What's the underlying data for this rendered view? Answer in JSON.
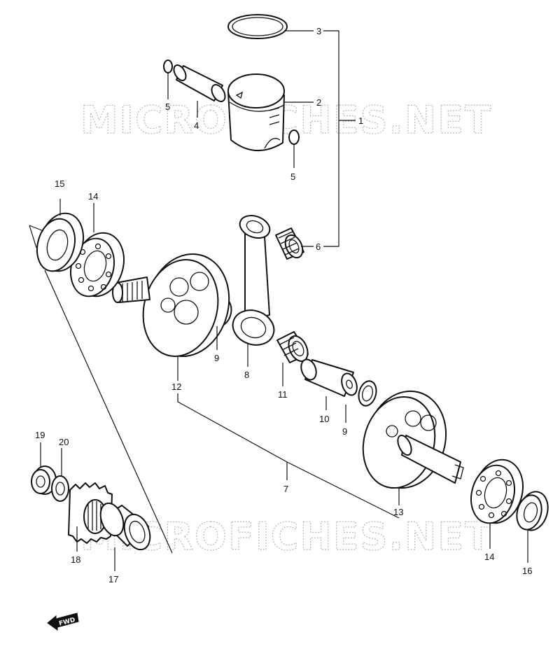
{
  "watermark": "MICROFICHES.NET",
  "fwd_label": "FWD",
  "callouts": {
    "c1": "1",
    "c2": "2",
    "c3": "3",
    "c4": "4",
    "c5a": "5",
    "c5b": "5",
    "c6": "6",
    "c7": "7",
    "c8": "8",
    "c9a": "9",
    "c9b": "9",
    "c10": "10",
    "c11": "11",
    "c12": "12",
    "c13": "13",
    "c14a": "14",
    "c14b": "14",
    "c15": "15",
    "c16": "16",
    "c17": "17",
    "c18": "18",
    "c19": "19",
    "c20": "20"
  },
  "colors": {
    "ink": "#111111",
    "watermark": "#b8b8b8"
  }
}
